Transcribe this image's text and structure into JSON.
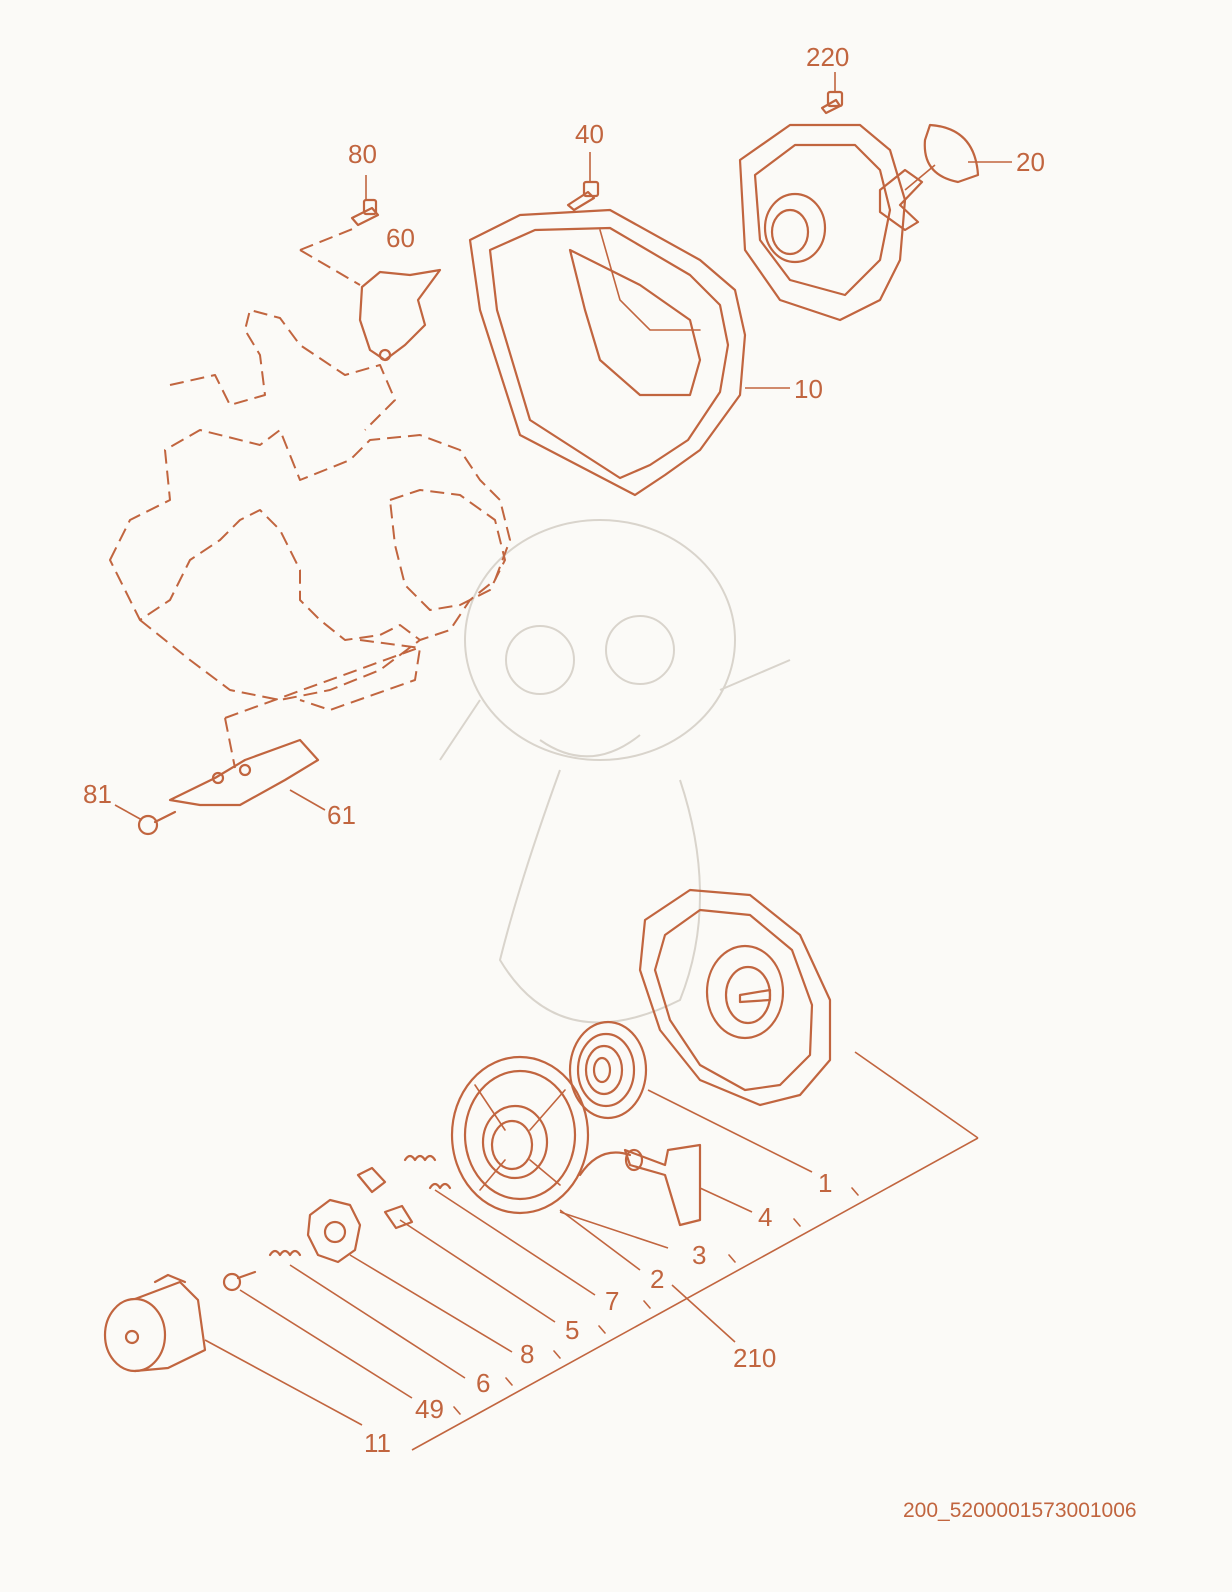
{
  "callouts": {
    "c220": "220",
    "c40": "40",
    "c80": "80",
    "c60": "60",
    "c20": "20",
    "c10": "10",
    "c81": "81",
    "c61": "61",
    "c1": "1",
    "c4": "4",
    "c3": "3",
    "c2": "2",
    "c7": "7",
    "c5": "5",
    "c210": "210",
    "c8": "8",
    "c6": "6",
    "c49": "49",
    "c11": "11"
  },
  "drawing_code": "200_5200001573001006",
  "colors": {
    "line": "#c1653f",
    "background": "#fbfaf7",
    "watermark": "#d9d4cc"
  }
}
